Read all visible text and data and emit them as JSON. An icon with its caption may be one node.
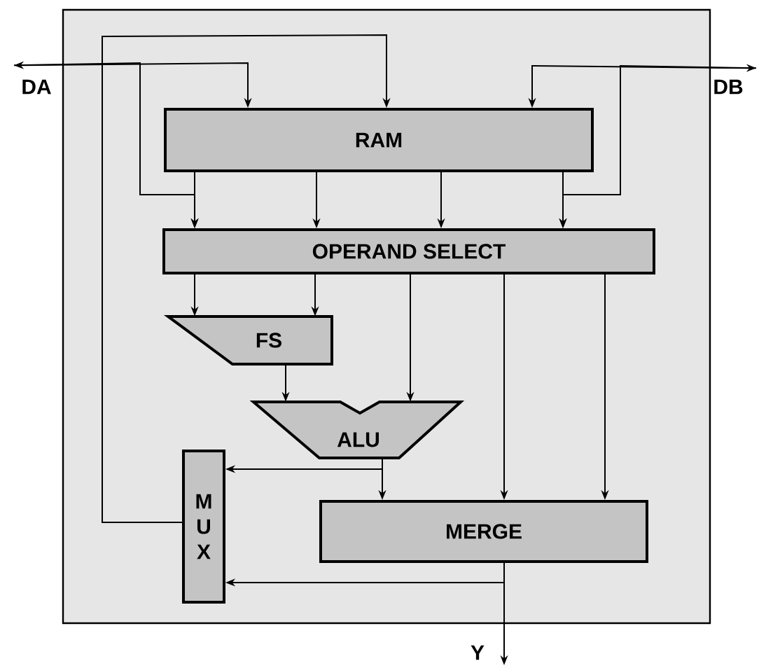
{
  "diagram": {
    "nodes": [
      {
        "text": [],
        "shape": "box"
      },
      {
        "text": [
          "DA"
        ]
      },
      {
        "text": [
          "DB"
        ]
      },
      {
        "text": [
          "RAM"
        ],
        "in": 0
      },
      {
        "text": [
          "OPERAND SELECT"
        ],
        "in": 0
      },
      {
        "text": [
          "FS"
        ],
        "in": 0
      },
      {
        "text": [
          "ALU"
        ],
        "in": 0
      },
      {
        "text": [
          "MUX"
        ],
        "in": 0
      },
      {
        "text": [
          "MERGE"
        ],
        "in": 0
      },
      {
        "text": [
          "Y"
        ]
      }
    ],
    "edges": [
      {
        "from": 1,
        "to": 3,
        "arrow": "both"
      },
      {
        "from": 1,
        "to": 4,
        "arrow": "to"
      },
      {
        "from": 2,
        "to": 3,
        "arrow": "both"
      },
      {
        "from": 2,
        "to": 4,
        "arrow": "to"
      },
      {
        "from": 7,
        "to": 3,
        "arrow": "to"
      },
      {
        "from": 3,
        "to": 4,
        "arrow": "to"
      },
      {
        "from": 3,
        "to": 4,
        "arrow": "to"
      },
      {
        "from": 3,
        "to": 4,
        "arrow": "to"
      },
      {
        "from": 3,
        "to": 4,
        "arrow": "to"
      },
      {
        "from": 4,
        "to": 5,
        "arrow": "to"
      },
      {
        "from": 4,
        "to": 5,
        "arrow": "to"
      },
      {
        "from": 4,
        "to": 6,
        "arrow": "to"
      },
      {
        "from": 4,
        "to": 8,
        "arrow": "to"
      },
      {
        "from": 4,
        "to": 8,
        "arrow": "to"
      },
      {
        "from": 5,
        "to": 6,
        "arrow": "to"
      },
      {
        "from": 6,
        "to": 7,
        "arrow": "to"
      },
      {
        "from": 6,
        "to": 8,
        "arrow": "to"
      },
      {
        "from": 8,
        "to": 7,
        "arrow": "to"
      },
      {
        "from": 8,
        "to": 9,
        "arrow": "to"
      }
    ]
  }
}
